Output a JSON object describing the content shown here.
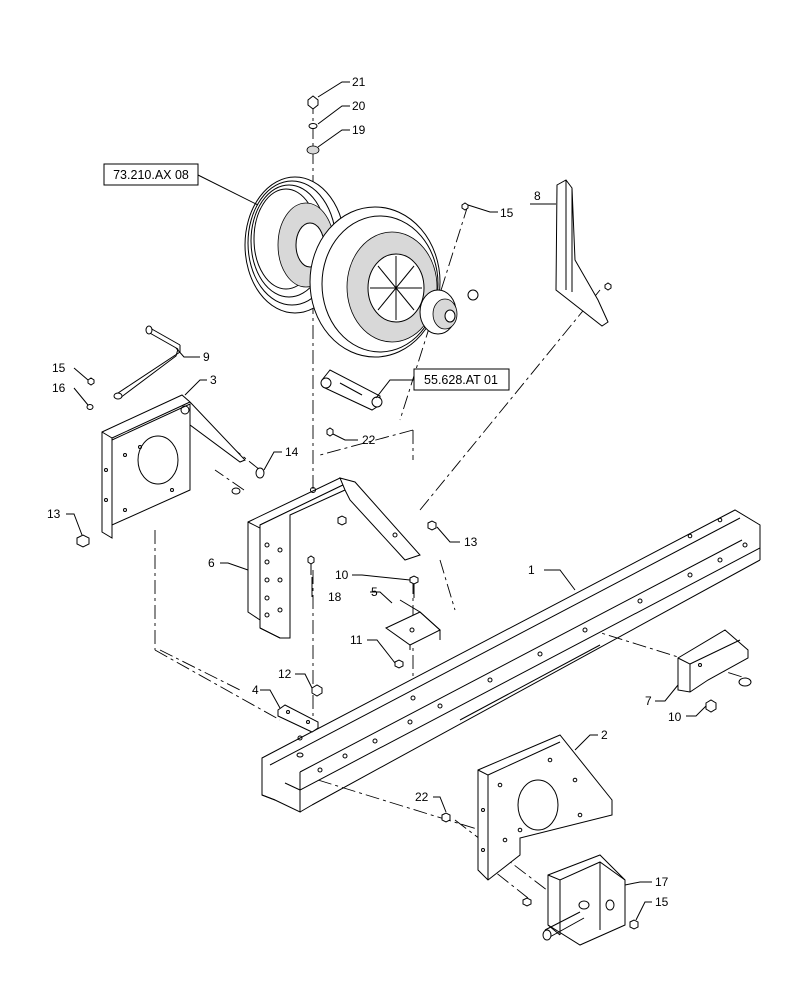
{
  "callouts": {
    "c1": "1",
    "c2": "2",
    "c3": "3",
    "c4": "4",
    "c5": "5",
    "c6": "6",
    "c7": "7",
    "c8": "8",
    "c9": "9",
    "c10a": "10",
    "c10b": "10",
    "c11": "11",
    "c12": "12",
    "c13a": "13",
    "c13b": "13",
    "c14": "14",
    "c15a": "15",
    "c15b": "15",
    "c15c": "15",
    "c16": "16",
    "c17": "17",
    "c18": "18",
    "c19": "19",
    "c20": "20",
    "c21": "21",
    "c22a": "22",
    "c22b": "22"
  },
  "references": {
    "pulley_ref": "73.210.AX 08",
    "tensioner_ref": "55.628.AT 01"
  }
}
